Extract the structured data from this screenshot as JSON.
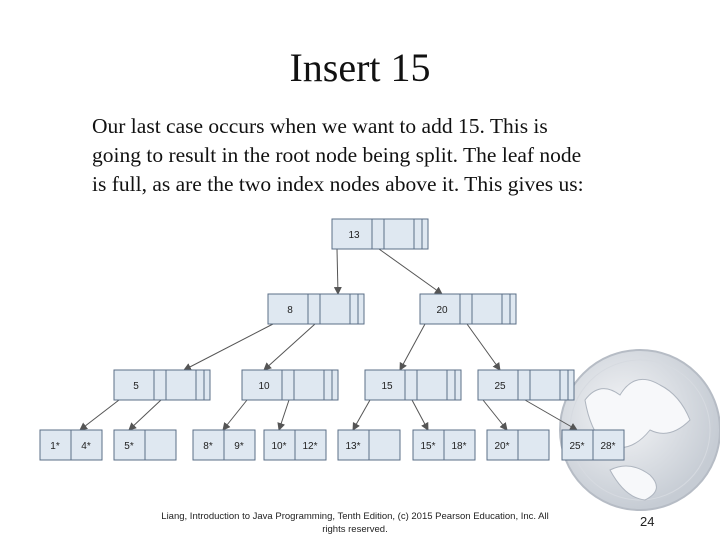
{
  "title": "Insert 15",
  "paragraph": [
    "Our last case occurs when we want to add 15.  This is",
    "going to result in the root node being split.  The leaf node",
    "is full, as are the two index nodes above it.  This gives us:"
  ],
  "tree": {
    "root": "13",
    "level1": [
      "8",
      "20"
    ],
    "level2": [
      "5",
      "10",
      "15",
      "25"
    ],
    "leaves": [
      [
        "1*",
        "4*"
      ],
      [
        "5*",
        ""
      ],
      [
        "8*",
        "9*"
      ],
      [
        "10*",
        "12*"
      ],
      [
        "13*",
        ""
      ],
      [
        "15*",
        "18*"
      ],
      [
        "20*",
        ""
      ],
      [
        "25*",
        "28*"
      ]
    ]
  },
  "footer": {
    "citation_line1": "Liang, Introduction to Java Programming, Tenth Edition, (c) 2015 Pearson Education, Inc. All",
    "citation_line2": "rights reserved.",
    "page_number": "24"
  },
  "colors": {
    "node_fill": "#dfe8f1",
    "node_stroke": "#5b6f87",
    "edge": "#555555",
    "globe": "#c9ced6"
  }
}
